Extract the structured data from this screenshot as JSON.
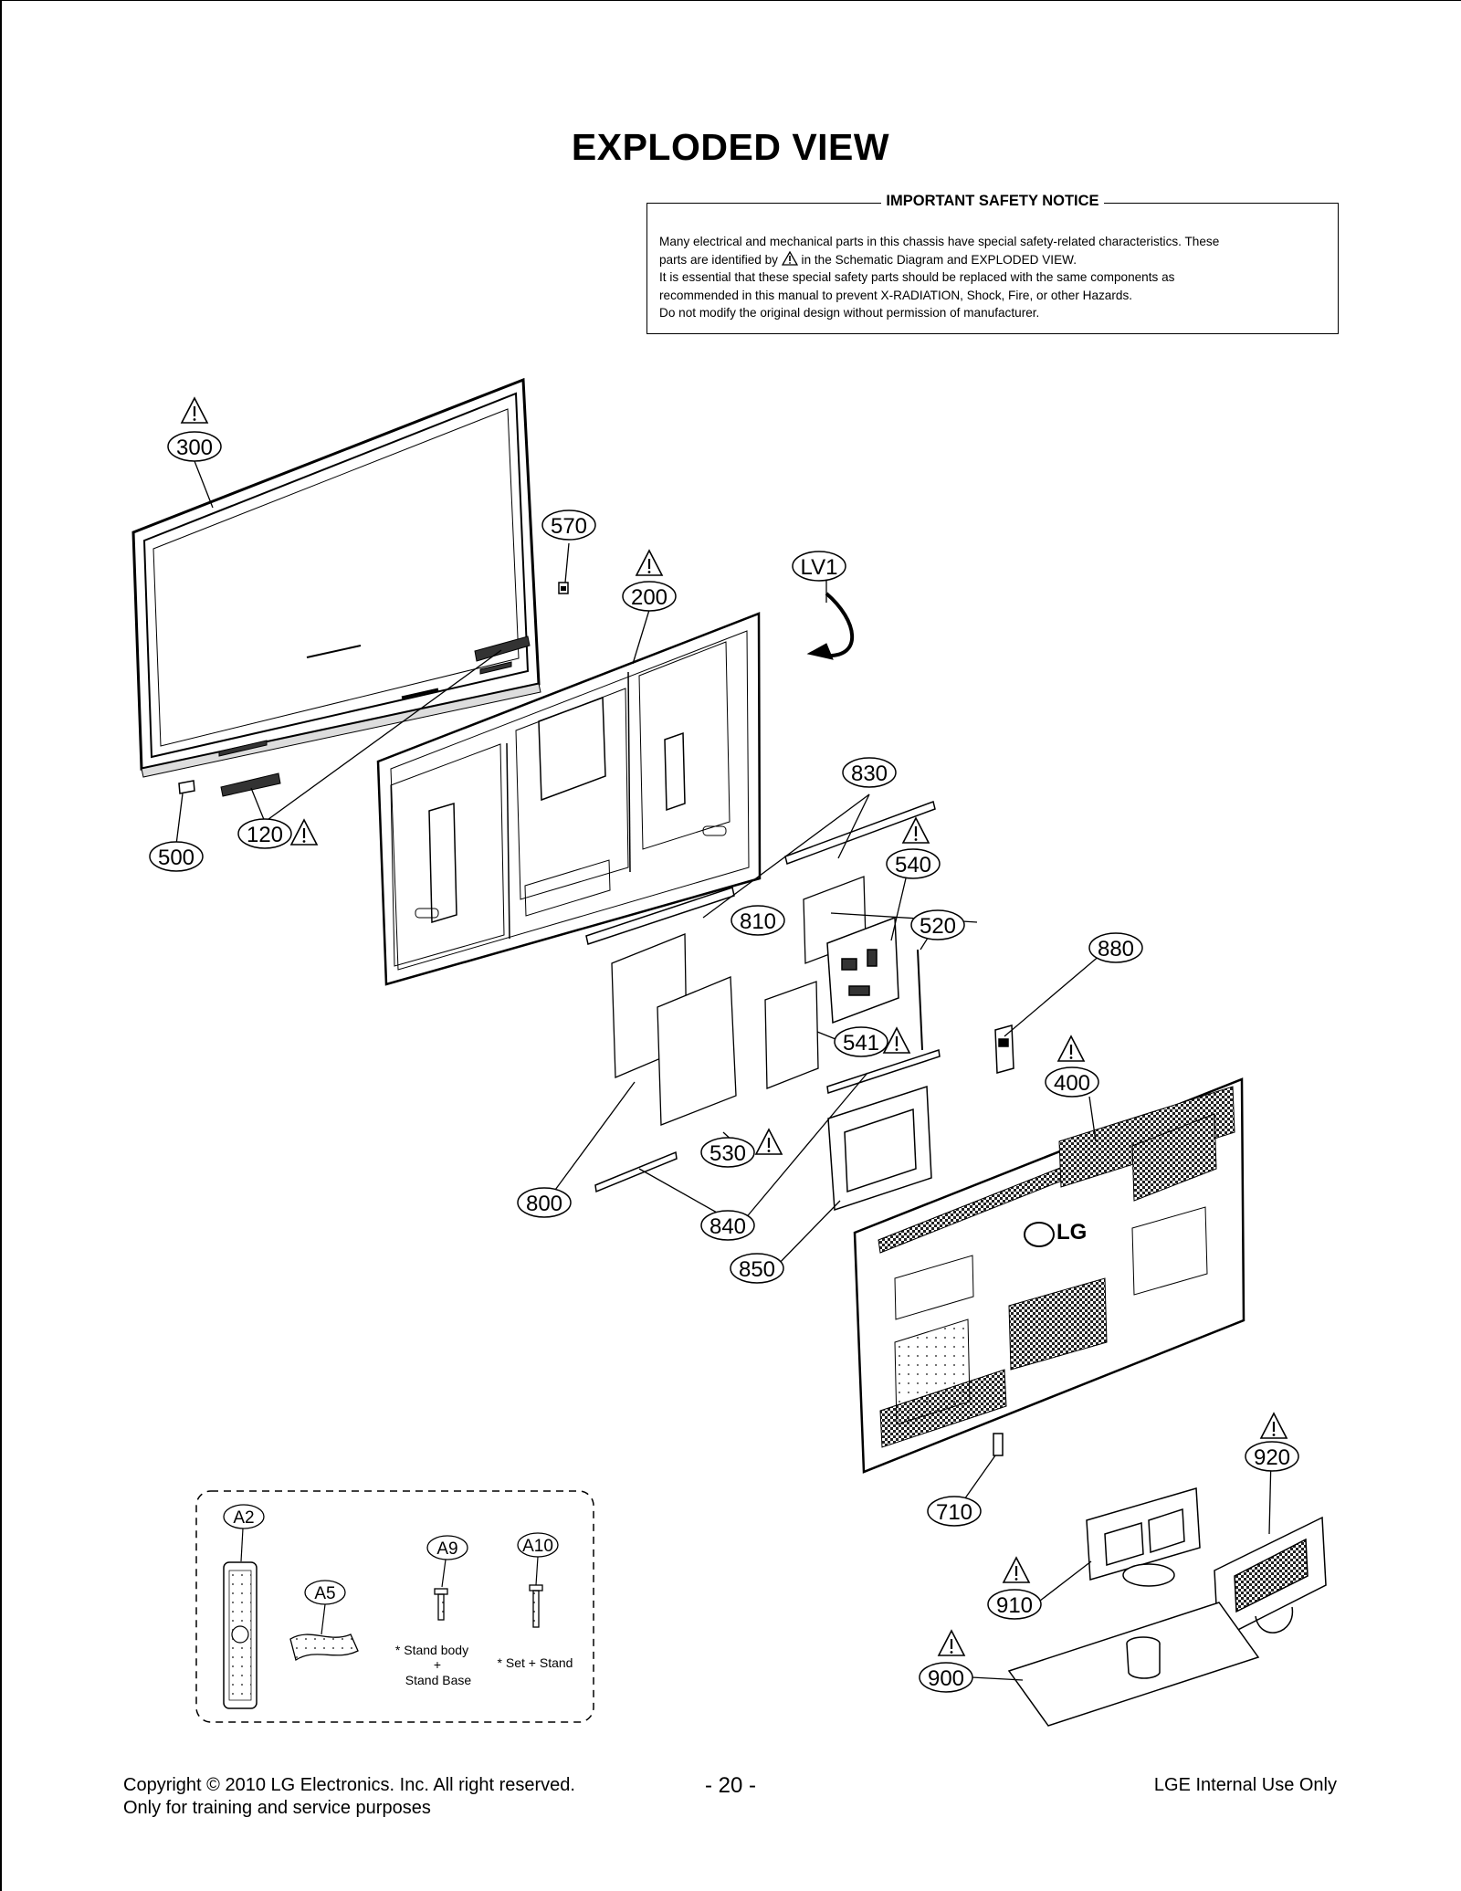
{
  "page": {
    "title": "EXPLODED VIEW"
  },
  "notice": {
    "heading": "IMPORTANT SAFETY NOTICE",
    "line1": "Many electrical and mechanical parts in this chassis have special safety-related characteristics. These",
    "line2a": "parts are identified by",
    "line2b": "in the Schematic Diagram and EXPLODED VIEW.",
    "line3": "It is essential that these special safety parts should be replaced with the same components as",
    "line4": "recommended in this manual to prevent X-RADIATION, Shock, Fire, or other Hazards.",
    "line5": "Do not modify the original design without permission of manufacturer."
  },
  "callouts": {
    "c300": "300",
    "c570": "570",
    "c200": "200",
    "cLV1": "LV1",
    "c500": "500",
    "c120": "120",
    "c830": "830",
    "c540": "540",
    "c810": "810",
    "c520": "520",
    "c880": "880",
    "c541": "541",
    "c400": "400",
    "c530": "530",
    "c800": "800",
    "c840": "840",
    "c850": "850",
    "c710": "710",
    "c920": "920",
    "c910": "910",
    "c900": "900"
  },
  "accessories": {
    "a2": "A2",
    "a5": "A5",
    "a9": "A9",
    "a10": "A10",
    "stand_note_1": "* Stand body",
    "stand_note_2": "+",
    "stand_note_3": "Stand Base",
    "set_note": "* Set + Stand"
  },
  "brand": {
    "back_logo": "LG"
  },
  "footer": {
    "copyright": "Copyright  © 2010 LG Electronics. Inc. All right reserved.",
    "training": "Only for training and service purposes",
    "page_number": "- 20 -",
    "internal": "LGE Internal Use Only"
  }
}
